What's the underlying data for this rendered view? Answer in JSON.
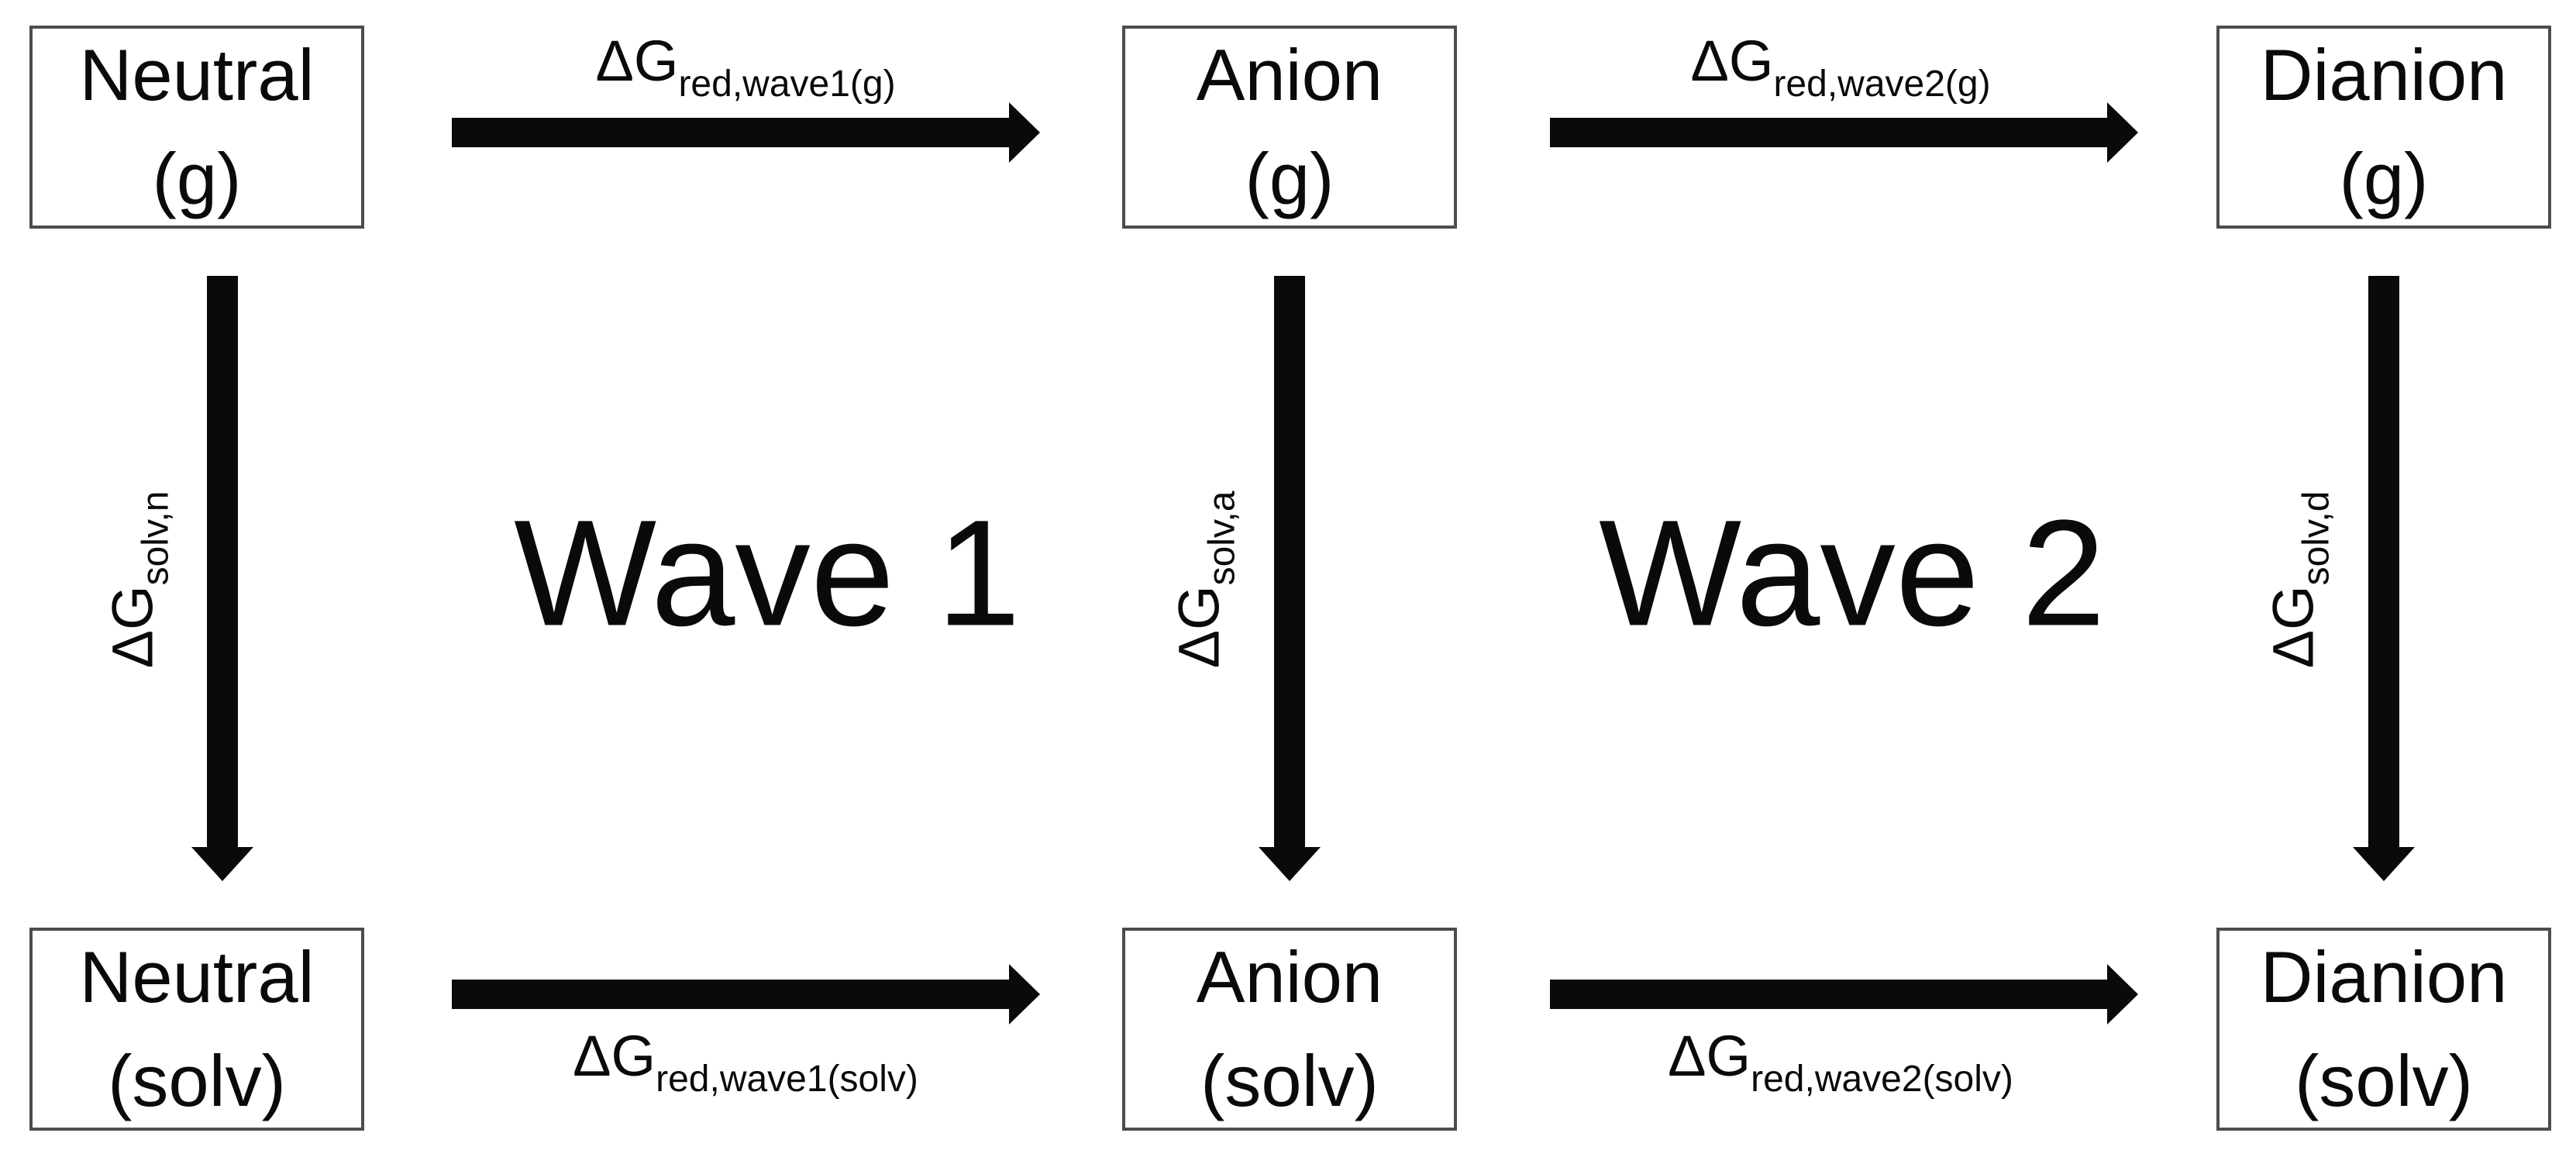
{
  "colors": {
    "ink": "#0a0a0a",
    "border": "#4d4d4d",
    "background": "#ffffff"
  },
  "boxes": {
    "neutral_g": {
      "line1": "Neutral",
      "line2": "(g)"
    },
    "anion_g": {
      "line1": "Anion",
      "line2": "(g)"
    },
    "dianion_g": {
      "line1": "Dianion",
      "line2": "(g)"
    },
    "neutral_solv": {
      "line1": "Neutral",
      "line2": "(solv)"
    },
    "anion_solv": {
      "line1": "Anion",
      "line2": "(solv)"
    },
    "dianion_solv": {
      "line1": "Dianion",
      "line2": "(solv)"
    }
  },
  "arrow_labels": {
    "prefix": "ΔG",
    "red_wave1_g": "red,wave1(g)",
    "red_wave2_g": "red,wave2(g)",
    "red_wave1_solv": "red,wave1(solv)",
    "red_wave2_solv": "red,wave2(solv)",
    "solv_n": "solv,n",
    "solv_a": "solv,a",
    "solv_d": "solv,d"
  },
  "wave_labels": {
    "wave1": "Wave 1",
    "wave2": "Wave 2"
  }
}
